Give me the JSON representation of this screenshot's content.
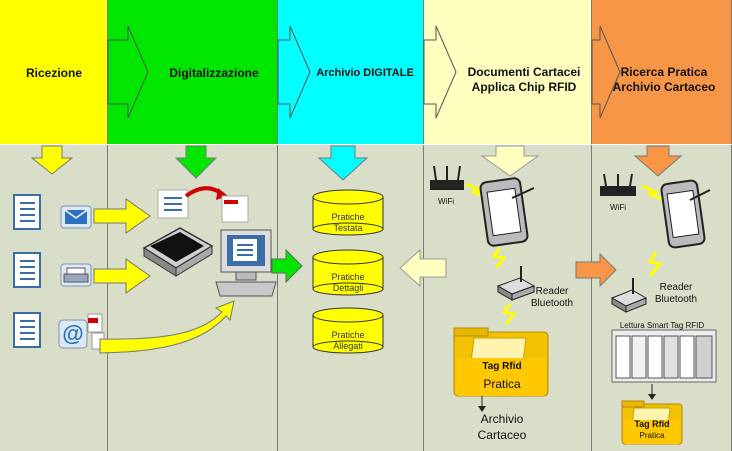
{
  "colors": {
    "ricezione": "#ffff00",
    "digitalizzazione": "#00e600",
    "archivio_digitale": "#00ffff",
    "documenti_cartacei": "#ffffc0",
    "ricerca_pratica": "#f79646",
    "body_bg": "#d9dec9",
    "db_yellow": "#ffff00",
    "folder_yellow": "#f2c200"
  },
  "headers": {
    "ricezione": "Ricezione",
    "digitalizzazione": "Digitalizzazione",
    "archivio_digitale": "Archivio DIGITALE",
    "documenti_cartacei_line1": "Documenti Cartacei",
    "documenti_cartacei_line2": "Applica Chip RFID",
    "ricerca_pratica_line1": "Ricerca Pratica",
    "ricerca_pratica_line2": "Archivio Cartaceo"
  },
  "databases": [
    {
      "line1": "Pratiche",
      "line2": "Testata"
    },
    {
      "line1": "Pratiche",
      "line2": "Dettagli"
    },
    {
      "line1": "Pratiche",
      "line2": "Allegati"
    }
  ],
  "documenti": {
    "wifi": "WiFi",
    "reader_line1": "Reader",
    "reader_line2": "Bluetooth",
    "tag": "Tag Rfid",
    "pratica": "Pratica",
    "archivio_line1": "Archivio",
    "archivio_line2": "Cartaceo"
  },
  "ricerca": {
    "wifi": "WiFi",
    "reader_line1": "Reader",
    "reader_line2": "Bluetooth",
    "lettura": "Lettura Smart Tag RFID",
    "tag": "Tag Rfid",
    "pratica": "Pratica"
  },
  "icons": [
    "envelope-icon",
    "printer-icon",
    "at-sign-icon",
    "pdf-icon",
    "scanner-icon",
    "computer-icon",
    "tablet-icon",
    "router-icon",
    "folder-icon",
    "filing-cabinet-icon"
  ]
}
